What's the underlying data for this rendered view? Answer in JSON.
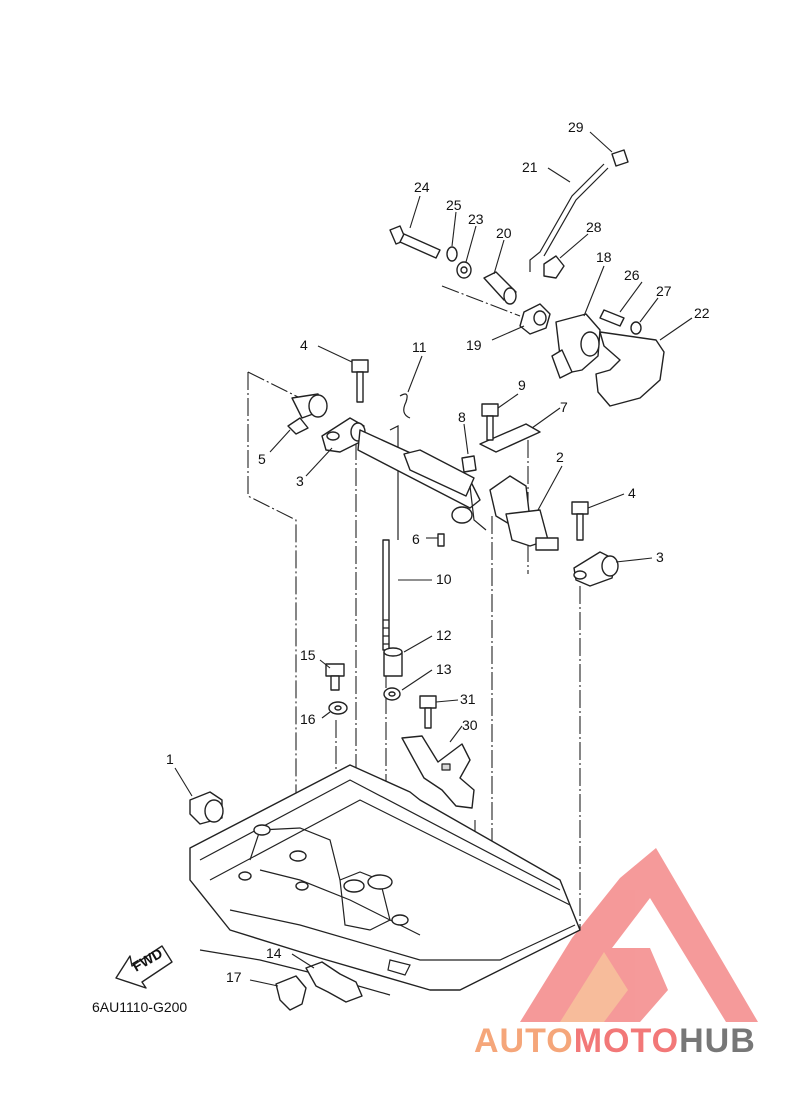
{
  "diagram_code": "6AU1110-G200",
  "fwd_label": "FWD",
  "part_numbers": [
    "1",
    "2",
    "3",
    "3",
    "4",
    "4",
    "5",
    "6",
    "7",
    "8",
    "9",
    "10",
    "11",
    "12",
    "13",
    "14",
    "15",
    "16",
    "17",
    "18",
    "19",
    "20",
    "21",
    "22",
    "23",
    "24",
    "25",
    "26",
    "27",
    "28",
    "29",
    "30",
    "31"
  ],
  "watermark": {
    "part1": "AUTO",
    "part2": "MOTO",
    "part3": "HUB"
  },
  "colors": {
    "logo_red": "#f27878",
    "logo_orange": "#f5a67a",
    "logo_gray": "#777777"
  }
}
